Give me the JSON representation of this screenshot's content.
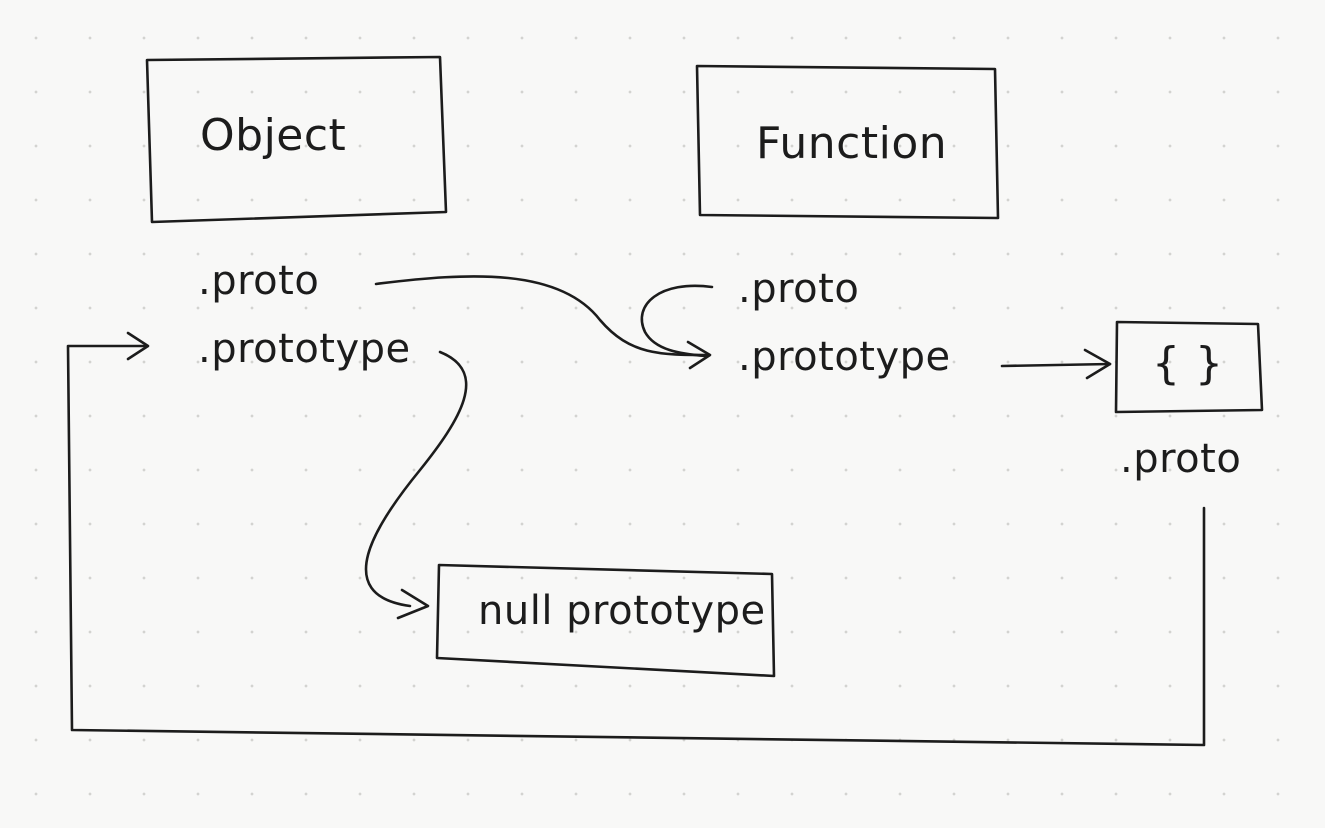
{
  "nodes": {
    "object": {
      "label": "Object"
    },
    "function": {
      "label": "Function"
    },
    "empty_object": {
      "label": "{ }"
    },
    "null_prototype": {
      "label": "null prototype"
    }
  },
  "properties": {
    "object_proto": ".proto",
    "object_prototype": ".prototype",
    "function_proto": ".proto",
    "function_prototype": ".prototype",
    "empty_object_proto": ".proto"
  },
  "colors": {
    "ink": "#1c1c1c",
    "paper": "#f8f8f7"
  }
}
